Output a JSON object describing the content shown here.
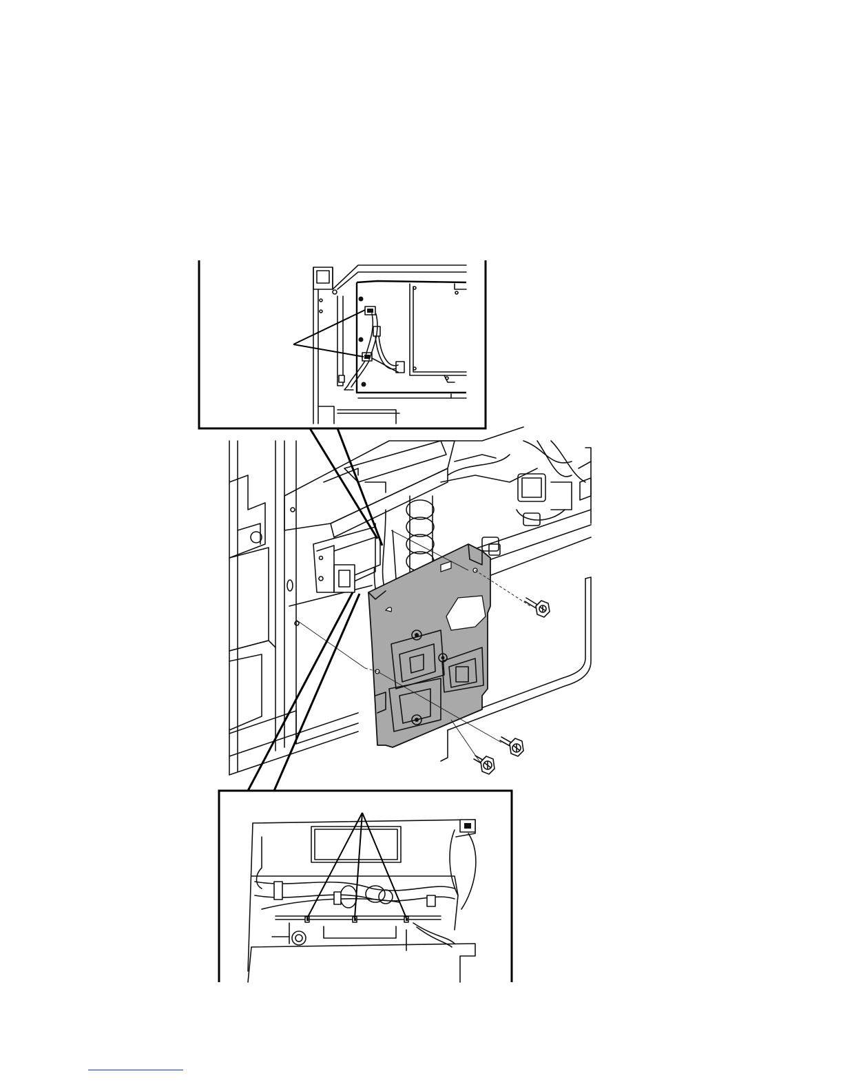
{
  "figure": {
    "callouts": {
      "top_inset_leader_count": 2,
      "bottom_inset_leader_count": 3
    },
    "screws_count": 3,
    "colors": {
      "ink": "#111111",
      "plate_fill": "#a9a9a9",
      "footer_rule": "#1c2fa8"
    }
  }
}
